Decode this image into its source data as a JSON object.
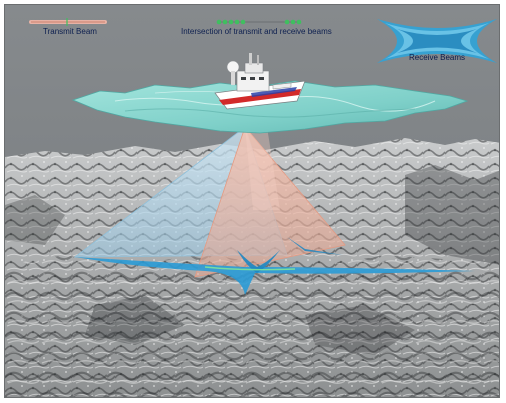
{
  "legend": {
    "transmit": {
      "label": "Transmit Beam",
      "color": "#e8b2a5"
    },
    "intersection": {
      "label": "Intersection of transmit and receive beams",
      "color": "#3fbf5f"
    },
    "receive": {
      "label": "Receive Beams",
      "color": "#2fa4d8"
    }
  },
  "colors": {
    "background": "#7f8386",
    "water": "#8fd9d2",
    "seafloor": "#b5b7b8",
    "transmit_fan": "#e9b6a6",
    "receive_fan": "#b9d7ea"
  }
}
